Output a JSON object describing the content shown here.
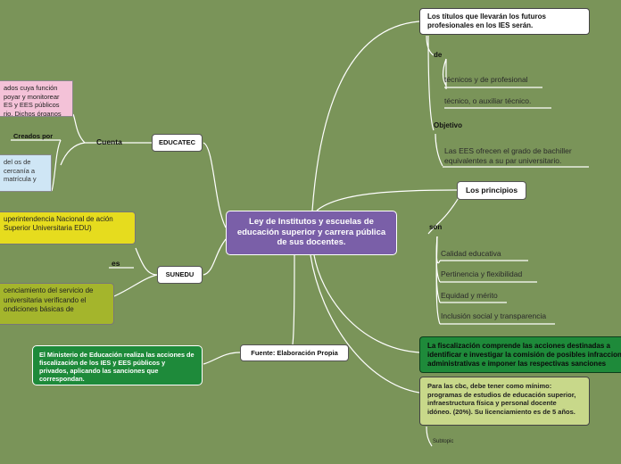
{
  "central": {
    "text": "Ley de Institutos y escuelas de educación superior y carrera pública de sus docentes."
  },
  "titulos": {
    "title": "Los títulos que llevarán los futuros profesionales  en los IES serán.",
    "de_label": "de",
    "items": [
      "técnicos y de profesional",
      "técnico, o auxiliar técnico."
    ],
    "objetivo_label": "Objetivo",
    "objetivo_text": "Las EES ofrecen el grado de bachiller equivalentes a su par universitario."
  },
  "principios": {
    "title": "Los principios",
    "son_label": "son",
    "items": [
      "Calidad educativa",
      "Pertinencia y flexibilidad",
      "Equidad y mérito",
      "Inclusión social y transparencia"
    ]
  },
  "fiscalizacion": {
    "text": "La fiscalización comprende las acciones destinadas a identificar e investigar la comisión de posibles infracciones administrativas e imponer las respectivas sanciones"
  },
  "cbc": {
    "text": "Para las cbc, debe tener como mínimo: programas de estudios de educación superior, infraestructura física y personal docente idóneo. (20%). Su licenciamiento es de 5 años.",
    "subtopic": "Subtopic"
  },
  "fuente": {
    "text": "Fuente: Elaboración Propia"
  },
  "ministerio": {
    "text": "El Ministerio de Educación realiza las acciones de fiscalización de los IES y EES públicos y privados, aplicando las sanciones que correspondan."
  },
  "educatec": {
    "title": "EDUCATEC",
    "cuenta_label": "Cuenta",
    "creados_label": "Creados por",
    "pink_text": "ados cuya función poyar y monitorear ES y EES públicos rio. Dichos órganos",
    "blue_text": "del os de cercanía a matrícula y"
  },
  "sunedu": {
    "title": "SUNEDU",
    "es_label": "es",
    "yellow_text": "uperintendencia Nacional de ación Superior Universitaria EDU)",
    "green_text": "cenciamiento del servicio de universitaria verificando el ondiciones básicas de"
  },
  "colors": {
    "background": "#7a9459",
    "central": "#7a5fa8",
    "fiscalizacion": "#1e8a3a",
    "ministerio": "#1e8a3a",
    "cbc": "#c8d88a",
    "pink": "#f4c2d8",
    "blue": "#cfe6f5",
    "yellow": "#e6dc1e",
    "olive": "#a4b52c"
  }
}
